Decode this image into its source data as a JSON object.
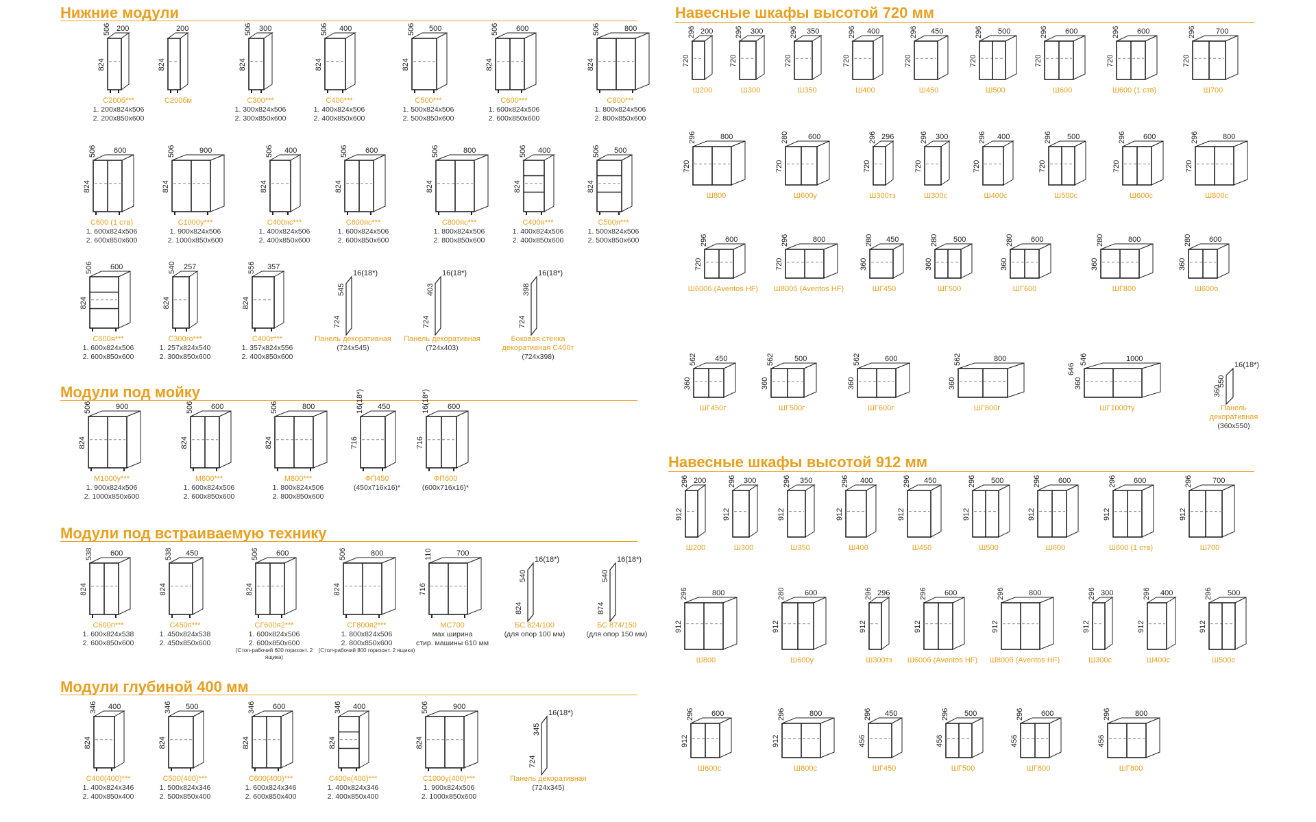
{
  "sections": [
    {
      "id": "lower",
      "title": "Нижние модули",
      "items": [
        {
          "code": "С200б***",
          "w": "200",
          "d": "506",
          "h": "824",
          "lines": [
            "1. 200x824x506",
            "2. 200x850x600"
          ],
          "kind": "base"
        },
        {
          "code": "С200бм",
          "w": "200",
          "d": "",
          "h": "824",
          "lines": [],
          "kind": "base"
        },
        {
          "code": "С300***",
          "w": "300",
          "d": "506",
          "h": "824",
          "lines": [
            "1. 300x824x506",
            "2. 300x850x600"
          ],
          "kind": "base"
        },
        {
          "code": "С400***",
          "w": "400",
          "d": "506",
          "h": "824",
          "lines": [
            "1. 400x824x506",
            "2. 400x850x600"
          ],
          "kind": "base"
        },
        {
          "code": "С500***",
          "w": "500",
          "d": "506",
          "h": "824",
          "lines": [
            "1. 500x824x506",
            "2. 500x850x600"
          ],
          "kind": "base"
        },
        {
          "code": "С600***",
          "w": "600",
          "d": "506",
          "h": "824",
          "lines": [
            "1. 600x824x506",
            "2. 600x850x600"
          ],
          "kind": "base"
        },
        {
          "code": "С800***",
          "w": "800",
          "d": "506",
          "h": "824",
          "lines": [
            "1. 800x824x506",
            "2. 800x850x600"
          ],
          "kind": "base"
        },
        {
          "code": "С600 (1 ств)",
          "w": "600",
          "d": "506",
          "h": "824",
          "lines": [
            "1. 600x824x506",
            "2. 600x850x600"
          ],
          "kind": "base"
        },
        {
          "code": "С1000у***",
          "w": "900",
          "d": "506",
          "h": "824",
          "lines": [
            "1. 900x824x506",
            "2. 1000x850x600"
          ],
          "kind": "base"
        },
        {
          "code": "С400яс***",
          "w": "400",
          "d": "506",
          "h": "824",
          "lines": [
            "1. 400x824x506",
            "2. 400x850x600"
          ],
          "kind": "base"
        },
        {
          "code": "С600яс***",
          "w": "600",
          "d": "506",
          "h": "824",
          "lines": [
            "1. 600x824x506",
            "2. 600x850x600"
          ],
          "kind": "base"
        },
        {
          "code": "С800яс***",
          "w": "800",
          "d": "506",
          "h": "824",
          "lines": [
            "1. 800x824x506",
            "2. 800x850x600"
          ],
          "kind": "base"
        },
        {
          "code": "С400я***",
          "w": "400",
          "d": "506",
          "h": "824",
          "lines": [
            "1. 400x824x506",
            "2. 400x850x600"
          ],
          "kind": "drawers"
        },
        {
          "code": "С500я***",
          "w": "500",
          "d": "506",
          "h": "824",
          "lines": [
            "1. 500x824x506",
            "2. 500x850x600"
          ],
          "kind": "drawers"
        },
        {
          "code": "С600я***",
          "w": "600",
          "d": "506",
          "h": "824",
          "lines": [
            "1. 600x824x506",
            "2. 600x850x600"
          ],
          "kind": "drawers"
        },
        {
          "code": "С300го***",
          "w": "257",
          "d": "540",
          "h": "824",
          "lines": [
            "1. 257x824x540",
            "2. 300x850x600"
          ],
          "kind": "base"
        },
        {
          "code": "С400т***",
          "w": "357",
          "d": "556",
          "h": "824",
          "lines": [
            "1. 357x824x556",
            "2. 400x850x600"
          ],
          "kind": "base"
        },
        {
          "code": "Панель декоративная",
          "w": "16(18*)",
          "d": "545",
          "h": "724",
          "lines": [
            "(724x545)"
          ],
          "kind": "panel"
        },
        {
          "code": "Панель декоративная",
          "w": "16(18*)",
          "d": "403",
          "h": "724",
          "lines": [
            "(724x403)"
          ],
          "kind": "panel"
        },
        {
          "code": "Боковая стенка декоративная С400т",
          "w": "16(18*)",
          "d": "398",
          "h": "724",
          "lines": [
            "(724x398)"
          ],
          "kind": "panel"
        }
      ]
    },
    {
      "id": "sink",
      "title": "Модули под мойку",
      "items": [
        {
          "code": "М1000у***",
          "w": "900",
          "d": "506",
          "h": "824",
          "lines": [
            "1. 900x824x506",
            "2. 1000x850x600"
          ],
          "kind": "base"
        },
        {
          "code": "М600***",
          "w": "600",
          "d": "506",
          "h": "824",
          "lines": [
            "1. 600x824x506",
            "2. 600x850x600"
          ],
          "kind": "base"
        },
        {
          "code": "М800***",
          "w": "800",
          "d": "506",
          "h": "824",
          "lines": [
            "1. 800x824x506",
            "2. 800x850x600"
          ],
          "kind": "base"
        },
        {
          "code": "ФП450",
          "w": "450",
          "d": "16(18*)",
          "h": "716",
          "lines": [
            "(450x716x16)*"
          ],
          "kind": "facade"
        },
        {
          "code": "ФП600",
          "w": "600",
          "d": "16(18*)",
          "h": "716",
          "lines": [
            "(600x716x16)*"
          ],
          "kind": "facade"
        }
      ]
    },
    {
      "id": "builtin",
      "title": "Модули под встраиваемую технику",
      "items": [
        {
          "code": "С600п***",
          "w": "600",
          "d": "538",
          "h": "824",
          "lines": [
            "1. 600x824x538",
            "2. 600x850x600"
          ],
          "kind": "base"
        },
        {
          "code": "С450п***",
          "w": "450",
          "d": "538",
          "h": "824",
          "lines": [
            "1. 450x824x538",
            "2. 450x850x600"
          ],
          "kind": "base"
        },
        {
          "code": "СГ600я2***",
          "w": "600",
          "d": "506",
          "h": "824",
          "lines": [
            "1. 600x824x506",
            "2. 600x850x600"
          ],
          "note": "(Стол-рабочий 600 горизонт. 2 ящика)",
          "kind": "base"
        },
        {
          "code": "СГ800я2***",
          "w": "800",
          "d": "506",
          "h": "824",
          "lines": [
            "1. 800x824x506",
            "2. 800x850x600"
          ],
          "note": "(Стол-рабочий 800 горизонт. 2 ящика)",
          "kind": "base"
        },
        {
          "code": "МС700",
          "w": "700",
          "d": "110",
          "h": "716",
          "lines": [
            "мах ширина",
            "стир. машины 610 мм"
          ],
          "kind": "facade"
        },
        {
          "code": "БС 824/100",
          "w": "16(18*)",
          "d": "540",
          "h": "824",
          "lines": [
            "(для опор 100 мм)"
          ],
          "kind": "panel"
        },
        {
          "code": "БС 874/150",
          "w": "16(18*)",
          "d": "540",
          "h": "874",
          "lines": [
            "(для опор 150 мм)"
          ],
          "kind": "panel"
        }
      ]
    },
    {
      "id": "depth400",
      "title": "Модули глубиной 400 мм",
      "items": [
        {
          "code": "С400(400)***",
          "w": "400",
          "d": "346",
          "h": "824",
          "lines": [
            "1. 400x824x346",
            "2. 400x850x400"
          ],
          "kind": "base"
        },
        {
          "code": "С500(400)***",
          "w": "500",
          "d": "346",
          "h": "824",
          "lines": [
            "1. 500x824x346",
            "2. 500x850x400"
          ],
          "kind": "base"
        },
        {
          "code": "С600(400)***",
          "w": "600",
          "d": "346",
          "h": "824",
          "lines": [
            "1. 600x824x346",
            "2. 600x850x400"
          ],
          "kind": "base"
        },
        {
          "code": "С400я(400)***",
          "w": "400",
          "d": "346",
          "h": "824",
          "lines": [
            "1. 400x824x346",
            "2. 400x850x400"
          ],
          "kind": "drawers"
        },
        {
          "code": "С1000у(400)***",
          "w": "900",
          "d": "506",
          "h": "824",
          "lines": [
            "1. 900x824x506",
            "2. 1000x850x600"
          ],
          "kind": "base"
        },
        {
          "code": "Панель декоративная",
          "w": "16(18*)",
          "d": "345",
          "h": "724",
          "lines": [
            "(724x345)"
          ],
          "kind": "panel"
        }
      ]
    },
    {
      "id": "wall720",
      "title": "Навесные шкафы высотой 720 мм",
      "items": [
        {
          "code": "Ш200",
          "w": "200",
          "d": "296",
          "h": "720",
          "lines": [],
          "kind": "wall"
        },
        {
          "code": "Ш300",
          "w": "300",
          "d": "296",
          "h": "720",
          "lines": [],
          "kind": "wall"
        },
        {
          "code": "Ш350",
          "w": "350",
          "d": "296",
          "h": "720",
          "lines": [],
          "kind": "wall"
        },
        {
          "code": "Ш400",
          "w": "400",
          "d": "296",
          "h": "720",
          "lines": [],
          "kind": "wall"
        },
        {
          "code": "Ш450",
          "w": "450",
          "d": "296",
          "h": "720",
          "lines": [],
          "kind": "wall"
        },
        {
          "code": "Ш500",
          "w": "500",
          "d": "296",
          "h": "720",
          "lines": [],
          "kind": "wall"
        },
        {
          "code": "Ш600",
          "w": "600",
          "d": "296",
          "h": "720",
          "lines": [],
          "kind": "wall"
        },
        {
          "code": "Ш600 (1 ств)",
          "w": "600",
          "d": "296",
          "h": "720",
          "lines": [],
          "kind": "wall"
        },
        {
          "code": "Ш700",
          "w": "700",
          "d": "296",
          "h": "720",
          "lines": [],
          "kind": "wall"
        },
        {
          "code": "Ш800",
          "w": "800",
          "d": "296",
          "h": "720",
          "lines": [],
          "kind": "wall"
        },
        {
          "code": "Ш600у",
          "w": "600",
          "d": "280",
          "h": "720",
          "lines": [],
          "kind": "wall"
        },
        {
          "code": "Ш300тз",
          "w": "296",
          "d": "296",
          "h": "720",
          "lines": [],
          "kind": "wall"
        },
        {
          "code": "Ш300с",
          "w": "300",
          "d": "296",
          "h": "720",
          "lines": [],
          "kind": "wall"
        },
        {
          "code": "Ш400с",
          "w": "400",
          "d": "296",
          "h": "720",
          "lines": [],
          "kind": "wall"
        },
        {
          "code": "Ш500с",
          "w": "500",
          "d": "296",
          "h": "720",
          "lines": [],
          "kind": "wall"
        },
        {
          "code": "Ш600с",
          "w": "600",
          "d": "296",
          "h": "720",
          "lines": [],
          "kind": "wall"
        },
        {
          "code": "Ш800с",
          "w": "800",
          "d": "296",
          "h": "720",
          "lines": [],
          "kind": "wall"
        },
        {
          "code": "Ш600б (Aventos HF)",
          "w": "600",
          "d": "296",
          "h": "720",
          "lines": [],
          "kind": "wall"
        },
        {
          "code": "Ш800б (Aventos HF)",
          "w": "800",
          "d": "296",
          "h": "720",
          "lines": [],
          "kind": "wall"
        },
        {
          "code": "ШГ450",
          "w": "450",
          "d": "280",
          "h": "360",
          "lines": [],
          "kind": "wall"
        },
        {
          "code": "ШГ500",
          "w": "500",
          "d": "280",
          "h": "360",
          "lines": [],
          "kind": "wall"
        },
        {
          "code": "ШГ600",
          "w": "600",
          "d": "280",
          "h": "360",
          "lines": [],
          "kind": "wall"
        },
        {
          "code": "ШГ800",
          "w": "800",
          "d": "280",
          "h": "360",
          "lines": [],
          "kind": "wall"
        },
        {
          "code": "Ш600о",
          "w": "600",
          "d": "280",
          "h": "360",
          "lines": [],
          "kind": "wall"
        },
        {
          "code": "ШГ450г",
          "w": "450",
          "d": "562",
          "h": "360",
          "lines": [],
          "kind": "wall"
        },
        {
          "code": "ШГ500г",
          "w": "500",
          "d": "562",
          "h": "360",
          "lines": [],
          "kind": "wall"
        },
        {
          "code": "ШГ600г",
          "w": "600",
          "d": "562",
          "h": "360",
          "lines": [],
          "kind": "wall"
        },
        {
          "code": "ШГ800г",
          "w": "800",
          "d": "562",
          "h": "360",
          "lines": [],
          "kind": "wall"
        },
        {
          "code": "ШГ1000ту",
          "w": "1000",
          "d": "546",
          "h": "360",
          "extra": "646",
          "lines": [],
          "kind": "wall"
        },
        {
          "code": "Панель декоративная",
          "w": "16(18*)",
          "d": "550",
          "h": "360",
          "lines": [
            "(360x550)"
          ],
          "kind": "panel"
        }
      ]
    },
    {
      "id": "wall912",
      "title": "Навесные шкафы высотой 912 мм",
      "items": [
        {
          "code": "Ш200",
          "w": "200",
          "d": "296",
          "h": "912",
          "lines": [],
          "kind": "wall"
        },
        {
          "code": "Ш300",
          "w": "300",
          "d": "296",
          "h": "912",
          "lines": [],
          "kind": "wall"
        },
        {
          "code": "Ш350",
          "w": "350",
          "d": "296",
          "h": "912",
          "lines": [],
          "kind": "wall"
        },
        {
          "code": "Ш400",
          "w": "400",
          "d": "296",
          "h": "912",
          "lines": [],
          "kind": "wall"
        },
        {
          "code": "Ш450",
          "w": "450",
          "d": "296",
          "h": "912",
          "lines": [],
          "kind": "wall"
        },
        {
          "code": "Ш500",
          "w": "500",
          "d": "296",
          "h": "912",
          "lines": [],
          "kind": "wall"
        },
        {
          "code": "Ш600",
          "w": "600",
          "d": "296",
          "h": "912",
          "lines": [],
          "kind": "wall"
        },
        {
          "code": "Ш600 (1 ств)",
          "w": "600",
          "d": "296",
          "h": "912",
          "lines": [],
          "kind": "wall"
        },
        {
          "code": "Ш700",
          "w": "700",
          "d": "296",
          "h": "912",
          "lines": [],
          "kind": "wall"
        },
        {
          "code": "Ш800",
          "w": "800",
          "d": "296",
          "h": "912",
          "lines": [],
          "kind": "wall"
        },
        {
          "code": "Ш600у",
          "w": "600",
          "d": "280",
          "h": "912",
          "lines": [],
          "kind": "wall"
        },
        {
          "code": "Ш300тз",
          "w": "296",
          "d": "296",
          "h": "912",
          "lines": [],
          "kind": "wall"
        },
        {
          "code": "Ш600б (Aventos HF)",
          "w": "600",
          "d": "296",
          "h": "912",
          "lines": [],
          "kind": "wall"
        },
        {
          "code": "Ш800б (Aventos HF)",
          "w": "800",
          "d": "296",
          "h": "912",
          "lines": [],
          "kind": "wall"
        },
        {
          "code": "Ш300с",
          "w": "300",
          "d": "296",
          "h": "912",
          "lines": [],
          "kind": "wall"
        },
        {
          "code": "Ш400с",
          "w": "400",
          "d": "296",
          "h": "912",
          "lines": [],
          "kind": "wall"
        },
        {
          "code": "Ш500с",
          "w": "500",
          "d": "296",
          "h": "912",
          "lines": [],
          "kind": "wall"
        },
        {
          "code": "Ш600с",
          "w": "600",
          "d": "296",
          "h": "912",
          "lines": [],
          "kind": "wall"
        },
        {
          "code": "Ш800с",
          "w": "800",
          "d": "296",
          "h": "912",
          "lines": [],
          "kind": "wall"
        },
        {
          "code": "ШГ450",
          "w": "450",
          "d": "296",
          "h": "456",
          "lines": [],
          "kind": "wall"
        },
        {
          "code": "ШГ500",
          "w": "500",
          "d": "296",
          "h": "456",
          "lines": [],
          "kind": "wall"
        },
        {
          "code": "ШГ600",
          "w": "600",
          "d": "296",
          "h": "456",
          "lines": [],
          "kind": "wall"
        },
        {
          "code": "ШГ800",
          "w": "800",
          "d": "296",
          "h": "456",
          "lines": [],
          "kind": "wall"
        }
      ]
    }
  ],
  "colors": {
    "accent": "#e8a020",
    "line": "#222222",
    "dash": "#888888"
  }
}
